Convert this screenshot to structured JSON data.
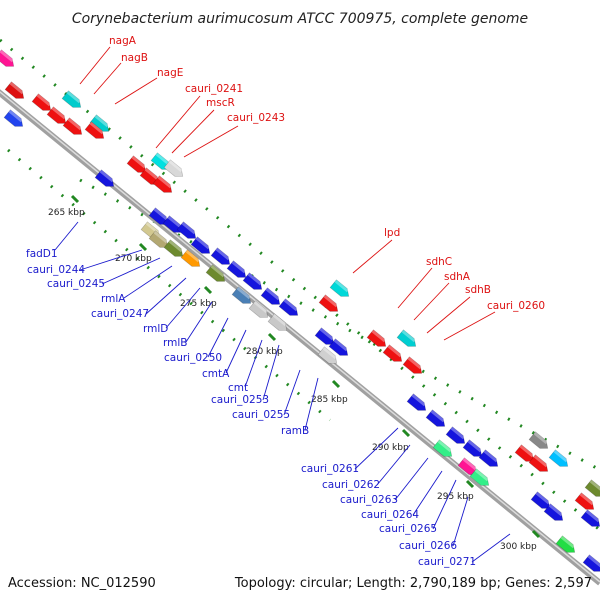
{
  "title": "Corynebacterium aurimucosum ATCC 700975, complete genome",
  "footer": {
    "accession": "Accession: NC_012590",
    "summary": "Topology: circular; Length: 2,790,189 bp; Genes: 2,597"
  },
  "colors": {
    "forward_label": "#dd1111",
    "reverse_label": "#1a1acc",
    "forward_gene": "#ee1111",
    "reverse_gene": "#1515dd",
    "backbone": "#8a8a8a",
    "tick_dots": "#228822"
  },
  "kbp_labels": [
    "265 kbp",
    "270 kbp",
    "275 kbp",
    "280 kbp",
    "285 kbp",
    "290 kbp",
    "295 kbp",
    "300 kbp"
  ],
  "gene_labels": {
    "forward": [
      "nagA",
      "nagB",
      "nagE",
      "cauri_0241",
      "mscR",
      "cauri_0243",
      "lpd",
      "sdhC",
      "sdhA",
      "sdhB",
      "cauri_0260"
    ],
    "reverse": [
      "fadD1",
      "cauri_0244",
      "cauri_0245",
      "rmlA",
      "cauri_0247",
      "rmlD",
      "rmlB",
      "cauri_0250",
      "cmtA",
      "cmt",
      "cauri_0253",
      "cauri_0255",
      "ramB",
      "cauri_0261",
      "cauri_0262",
      "cauri_0263",
      "cauri_0264",
      "cauri_0265",
      "cauri_0266",
      "cauri_0271"
    ]
  }
}
